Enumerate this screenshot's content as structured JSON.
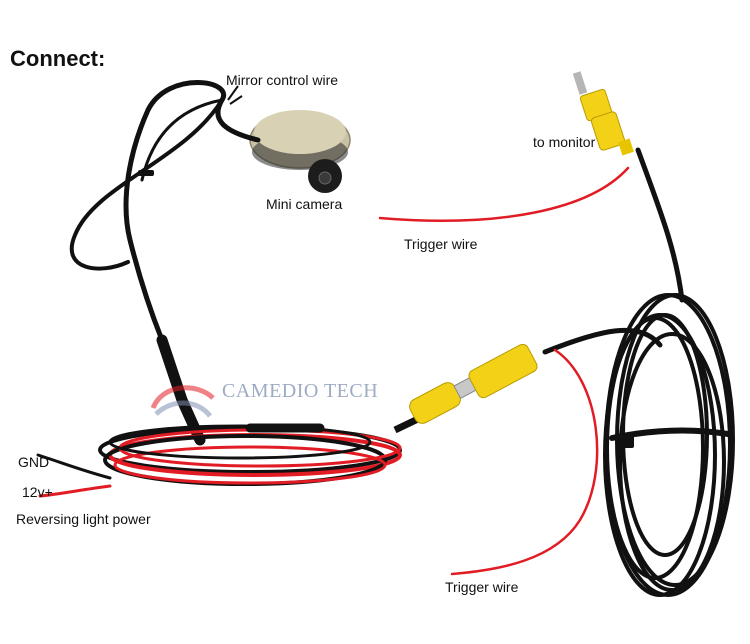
{
  "title": "Connect:",
  "labels": {
    "mirror_control_wire": "Mirror control wire",
    "mini_camera": "Mini camera",
    "to_monitor": "to monitor",
    "trigger_wire_top": "Trigger wire",
    "gnd": "GND",
    "twelve_v": "12v+",
    "reversing_light_power": "Reversing light power",
    "trigger_wire_bottom": "Trigger wire"
  },
  "watermark": {
    "text": "CAMEDIO TECH"
  },
  "colors": {
    "cable_black": "#111111",
    "wire_red": "#e21c24",
    "connector_yellow": "#f2d116",
    "camera_body": "#1c1c1c",
    "adhesive_pad": "#c9c2a4",
    "watermark_blue": "#7d8fb0",
    "background": "#ffffff"
  }
}
